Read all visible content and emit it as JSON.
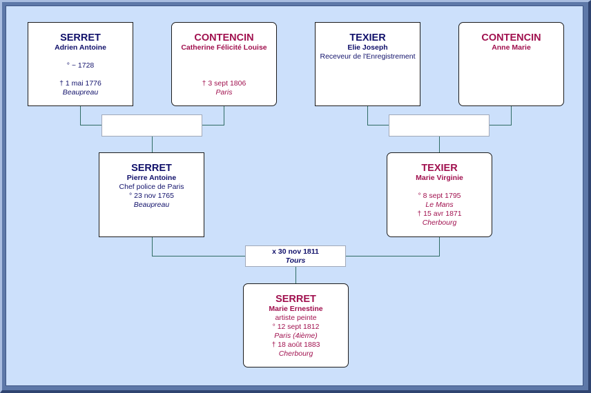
{
  "people": {
    "adrien": {
      "surname": "SERRET",
      "given": "Adrien Antoine",
      "birth": "° ~ 1728",
      "death": "† 1 mai 1776",
      "death_place": "Beaupreau"
    },
    "catherine": {
      "surname": "CONTENCIN",
      "given": "Catherine Félicité Louise",
      "death": "† 3 sept 1806",
      "death_place": "Paris"
    },
    "elie": {
      "surname": "TEXIER",
      "given": "Elie Joseph",
      "occupation": "Receveur de l'Enregistrement"
    },
    "anne": {
      "surname": "CONTENCIN",
      "given": "Anne Marie"
    },
    "pierre": {
      "surname": "SERRET",
      "given": "Pierre Antoine",
      "occupation": "Chef police de Paris",
      "birth": "° 23 nov 1765",
      "birth_place": "Beaupreau"
    },
    "virginie": {
      "surname": "TEXIER",
      "given": "Marie Virginie",
      "birth": "° 8 sept 1795",
      "birth_place": "Le Mans",
      "death": "† 15 avr 1871",
      "death_place": "Cherbourg"
    },
    "ernestine": {
      "surname": "SERRET",
      "given": "Marie Ernestine",
      "occupation": "artiste peinte",
      "birth": "° 12 sept 1812",
      "birth_place": "Paris (4ième)",
      "death": "† 18 août 1883",
      "death_place": "Cherbourg"
    }
  },
  "marriages": {
    "serret_contencin": {
      "date": "",
      "place": ""
    },
    "texier_contencin": {
      "date": "",
      "place": ""
    },
    "serret_texier": {
      "date": "x 30 nov 1811",
      "place": "Tours"
    }
  },
  "colors": {
    "male": "#10106a",
    "female": "#a0104e",
    "background": "#cce0fb",
    "connector": "#2e6b63"
  }
}
